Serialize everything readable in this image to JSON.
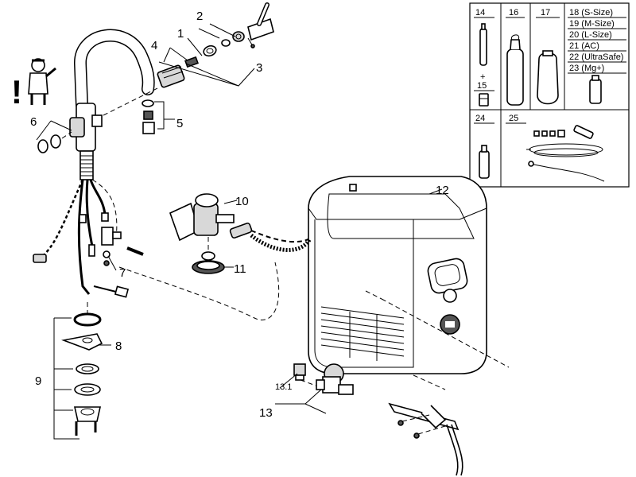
{
  "callouts": {
    "c1": "1",
    "c2": "2",
    "c3": "3",
    "c4": "4",
    "c5": "5",
    "c6": "6",
    "c7": "7",
    "c8": "8",
    "c9": "9",
    "c10": "10",
    "c11": "11",
    "c12": "12",
    "c13": "13",
    "c13_1": "13.1"
  },
  "warning_mark": "!",
  "parts_table": {
    "row1": {
      "c14": "14",
      "c15_plus": "+",
      "c15": "15",
      "c16": "16",
      "c17": "17",
      "sizes": [
        "18 (S-Size)",
        "19 (M-Size)",
        "20 (L-Size)",
        "21 (AC)",
        "22 (UltraSafe)",
        "23 (Mg+)"
      ]
    },
    "row2": {
      "c24": "24",
      "c25": "25"
    }
  }
}
